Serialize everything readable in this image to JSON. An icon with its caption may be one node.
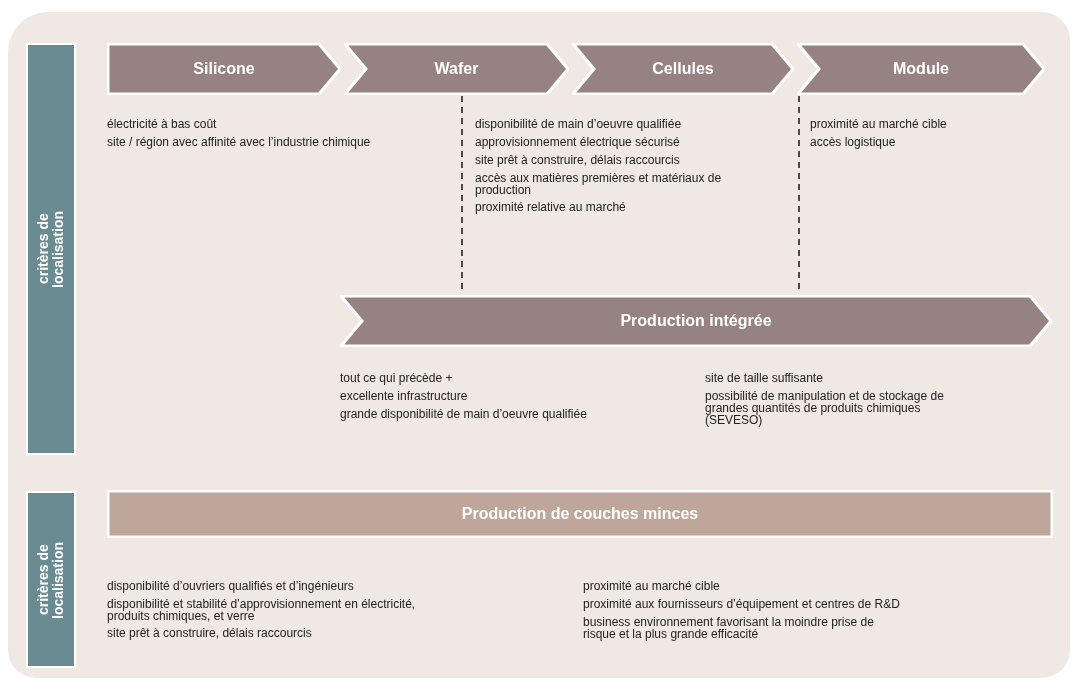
{
  "diagram": {
    "nodes": [
      {
        "text": [
          "critères de localisation"
        ]
      },
      {
        "text": [
          "Silicone"
        ]
      },
      {
        "text": [
          "Wafer"
        ]
      },
      {
        "text": [
          "Cellules"
        ]
      },
      {
        "text": [
          "Module"
        ]
      },
      {
        "text": [
          "Production intégrée"
        ]
      },
      {
        "text": [
          "critères de localisation"
        ]
      },
      {
        "text": [
          "Production de couches minces"
        ]
      }
    ],
    "edges": [
      {
        "from": 2,
        "to": 5,
        "arrow": "none",
        "style": "dashed"
      },
      {
        "from": 4,
        "to": 5,
        "arrow": "none",
        "style": "dashed"
      }
    ],
    "labels": [
      "électricité à bas coût",
      "site / région avec affinité avec l’industrie chimique",
      "disponibilité de main d’oeuvre qualifiée",
      "approvisionnement électrique sécurisé",
      "site prêt à construire, délais raccourcis",
      "accès aux matières premières et matériaux de production",
      "proximité relative au marché",
      "proximité au marché cible",
      "accès logistique",
      "tout ce qui précède +",
      "excellente infrastructure",
      "grande disponibilité de main d’oeuvre qualifiée",
      "site de taille suffisante",
      "possibilité de manipulation et de stockage de grandes quantités de produits chimiques (SEVESO)",
      "disponibilité d’ouvriers qualifiés et d’ingénieurs",
      "disponibilité et stabilité d’approvisionnement en électricité, produits chimiques, et verre",
      "site prêt à construire, délais raccourcis",
      "proximité au marché cible",
      "proximité aux fournisseurs d’équipement et centres de R&D",
      "business environnement favorisant la moindre prise de risque et la plus grande efficacité"
    ]
  }
}
